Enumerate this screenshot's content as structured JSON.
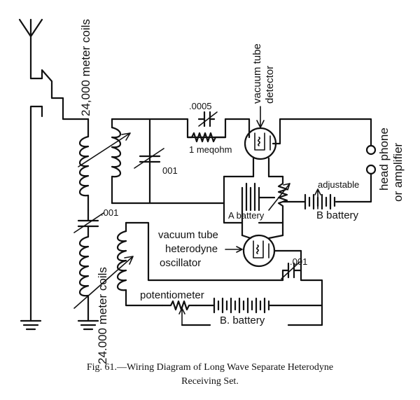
{
  "labels": {
    "coils_top": "24,000 meter coils",
    "coils_bottom": "24.000 meter coils",
    "cap_0005": ".0005",
    "meqohm": "1 meqohm",
    "cap_001_left": "001",
    "cap_001_series": ".001",
    "cap_001_osc": ".001",
    "vt_detector_line1": "vacuum tube",
    "vt_detector_line2": "detector",
    "headphone_line1": "head phone",
    "headphone_line2": "or amplifier",
    "adjustable": "adjustable",
    "a_battery": "A battery",
    "b_battery_top": "B battery",
    "vt_osc_line1": "vacuum tube",
    "vt_osc_line2": "heterodyne",
    "vt_osc_line3": "oscillator",
    "potentiometer": "potentiometer",
    "b_battery_bottom": "B. battery"
  },
  "caption": {
    "line1": "Fig. 61.—Wiring Diagram of Long Wave Separate Heterodyne",
    "line2": "Receiving Set."
  }
}
